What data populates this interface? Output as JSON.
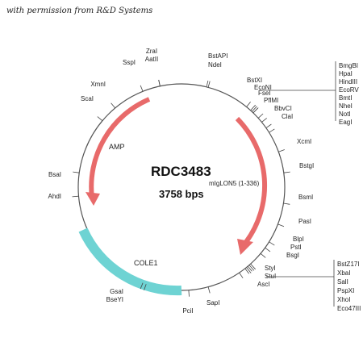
{
  "credit": "with permission from R&D Systems",
  "plasmid": {
    "name": "RDC3483",
    "size": "3758 bps",
    "insert_label": "mIgLON5 (1-336)"
  },
  "features": [
    {
      "name": "AMP",
      "color": "#e86a6a"
    },
    {
      "name": "",
      "color": "#e86a6a"
    },
    {
      "name": "COLE1",
      "color": "#6ed3d3"
    }
  ],
  "sites": [
    "ZraI",
    "AatII",
    "SspI",
    "BstAPI",
    "NdeI",
    "XmnI",
    "ScaI",
    "BstXI",
    "EcoNI",
    "FseI",
    "PflMI",
    "BbvCI",
    "ClaI",
    "XcmI",
    "BstgI",
    "BsmI",
    "PasI",
    "BlpI",
    "PstI",
    "BsgI",
    "StyI",
    "StuI",
    "AscI",
    "SapI",
    "PciI",
    "GsaI",
    "BseYI",
    "AhdI",
    "BsaI"
  ],
  "site_groups": {
    "upper": [
      "BmgBI",
      "HpaI",
      "HindIII",
      "EcoRV",
      "BmtI",
      "NheI",
      "NotI",
      "EagI"
    ],
    "lower": [
      "BstZ17I",
      "XbaI",
      "SalI",
      "PspXI",
      "XhoI",
      "Eco47III"
    ]
  }
}
